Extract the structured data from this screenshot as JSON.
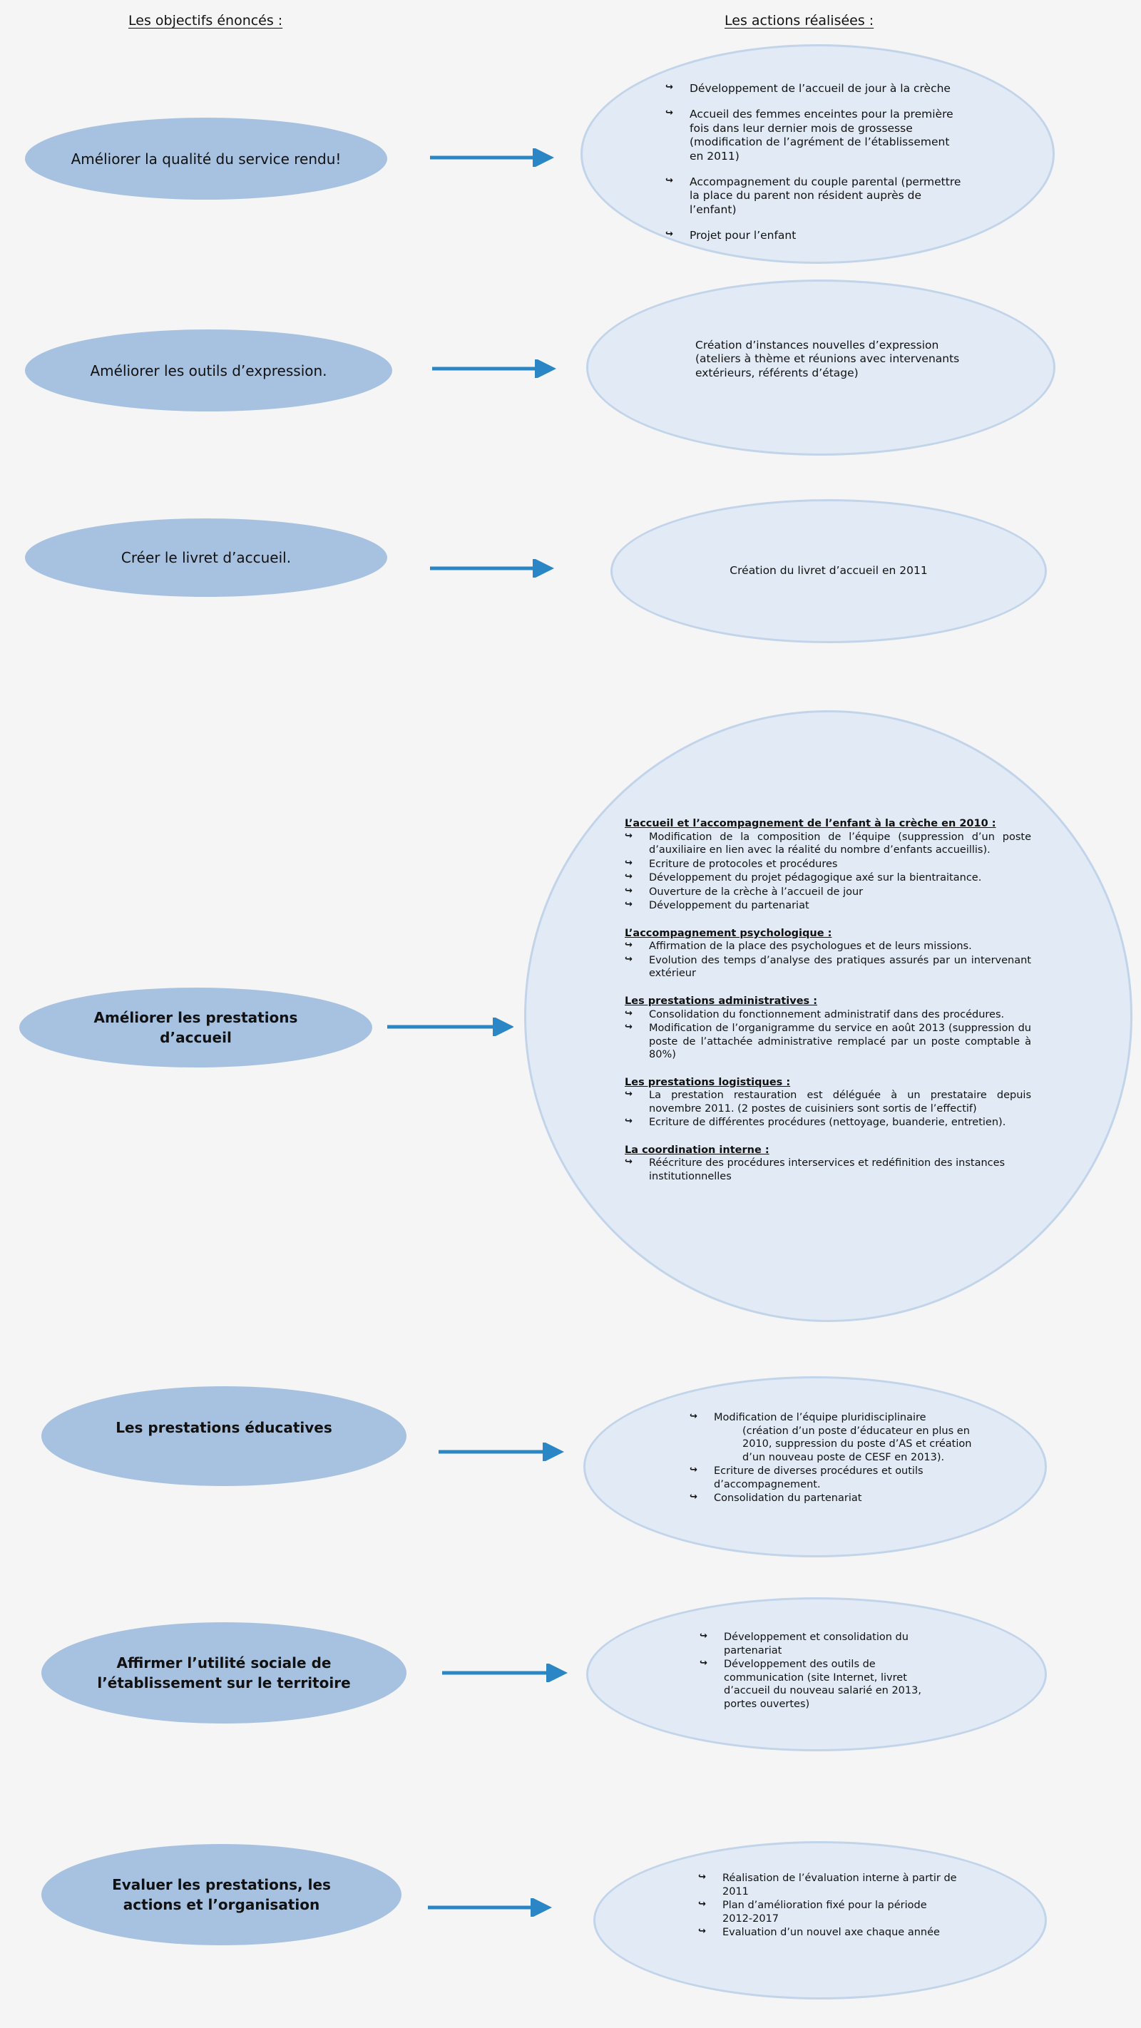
{
  "headings": {
    "objectives": "Les objectifs énoncés :",
    "actions": "Les actions réalisées :"
  },
  "colors": {
    "background": "#f5f5f5",
    "objective_fill": "#a7c1e0",
    "action_fill": "#e2ebf5",
    "action_border": "#c2d4ea",
    "arrow": "#2a86c4"
  },
  "icons": {
    "bullet": "bullet-arrow-icon",
    "connector": "arrow-right-icon"
  },
  "rows": [
    {
      "objective": "Améliorer la qualité du service rendu!",
      "actions": [
        "Développement de l’accueil de jour à la crèche",
        "Accueil des femmes enceintes pour la première fois dans leur dernier mois de grossesse (modification de l’agrément de l’établissement en 2011)",
        "Accompagnement du couple parental (permettre la place du parent non résident auprès de l’enfant)",
        "Projet pour l’enfant"
      ]
    },
    {
      "objective": "Améliorer les outils d’expression.",
      "action_text": "Création d’instances nouvelles d’expression (ateliers à thème et réunions avec intervenants extérieurs, référents d’étage)"
    },
    {
      "objective": "Créer le livret d’accueil.",
      "action_text": "Création du livret d’accueil en 2011"
    },
    {
      "objective": "Améliorer les prestations d’accueil",
      "sections": [
        {
          "title": "L’accueil et l’accompagnement de l’enfant à la crèche en 2010 :",
          "items": [
            "Modification de la composition de l’équipe (suppression d’un poste d’auxiliaire en lien avec la réalité du nombre d’enfants accueillis).",
            "Ecriture de protocoles et procédures",
            "Développement du projet pédagogique axé sur la bientraitance.",
            "Ouverture de la crèche à l’accueil de jour",
            "Développement du partenariat"
          ]
        },
        {
          "title": "L’accompagnement psychologique :",
          "items": [
            "Affirmation de la place des psychologues et de leurs missions.",
            "Evolution des temps d’analyse des pratiques assurés par un intervenant extérieur"
          ]
        },
        {
          "title": "Les prestations administratives :",
          "items": [
            "Consolidation du fonctionnement administratif dans des procédures.",
            "Modification de l’organigramme du service en août 2013 (suppression du poste de l’attachée administrative remplacé par un poste comptable à 80%)"
          ]
        },
        {
          "title": "Les prestations logistiques :",
          "items": [
            "La prestation restauration est déléguée à un prestataire depuis novembre 2011. (2 postes de cuisiniers sont sortis de l’effectif)",
            "Ecriture de différentes procédures (nettoyage, buanderie, entretien)."
          ]
        },
        {
          "title": "La coordination interne :",
          "items": [
            "Réécriture des procédures interservices et redéfinition des instances institutionnelles"
          ]
        }
      ]
    },
    {
      "objective": "Les prestations éducatives",
      "actions": [
        {
          "first": "Modification de l’équipe pluridisciplinaire",
          "rest": "(création d’un poste d’éducateur en plus en 2010,  suppression du poste d’AS et création d’un nouveau poste de CESF en 2013)."
        },
        "Ecriture de diverses procédures et outils d’accompagnement.",
        "Consolidation du partenariat"
      ]
    },
    {
      "objective": "Affirmer l’utilité sociale de l’établissement sur le territoire",
      "actions": [
        "Développement et consolidation du partenariat",
        "Développement des outils de communication (site Internet, livret d’accueil du nouveau salarié en 2013, portes ouvertes)"
      ]
    },
    {
      "objective": "Evaluer les prestations, les actions et l’organisation",
      "actions": [
        "Réalisation de l’évaluation interne à partir de 2011",
        "Plan d’amélioration fixé pour la période 2012-2017",
        "Evaluation d’un nouvel axe chaque année"
      ]
    }
  ]
}
